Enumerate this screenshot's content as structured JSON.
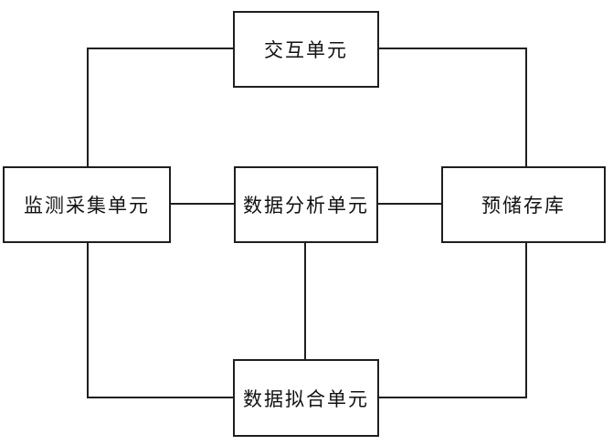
{
  "diagram": {
    "type": "block-diagram",
    "background_color": "#ffffff",
    "line_color": "#1f1f1f",
    "text_color": "#111111",
    "nodes": [
      {
        "id": "interaction",
        "label": "交互单元"
      },
      {
        "id": "monitor",
        "label": "监测采集单元"
      },
      {
        "id": "analysis",
        "label": "数据分析单元"
      },
      {
        "id": "storage",
        "label": "预储存库"
      },
      {
        "id": "fitting",
        "label": "数据拟合单元"
      }
    ],
    "edges": [
      {
        "from": "interaction",
        "to": "monitor"
      },
      {
        "from": "interaction",
        "to": "storage"
      },
      {
        "from": "monitor",
        "to": "analysis"
      },
      {
        "from": "analysis",
        "to": "storage"
      },
      {
        "from": "analysis",
        "to": "fitting"
      },
      {
        "from": "monitor",
        "to": "fitting"
      },
      {
        "from": "storage",
        "to": "fitting"
      }
    ]
  }
}
